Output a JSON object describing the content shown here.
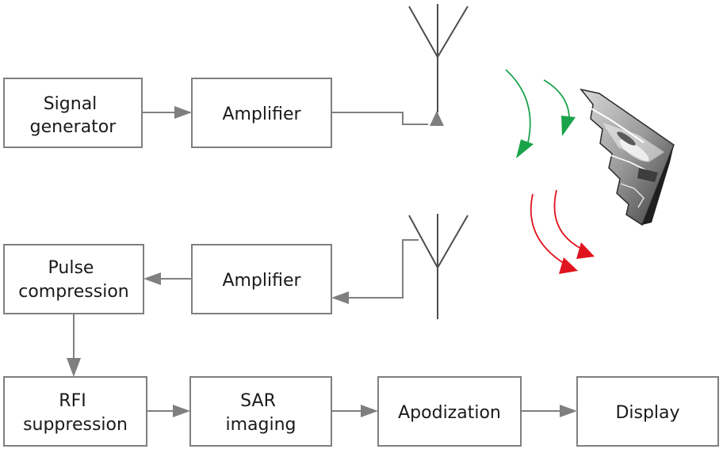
{
  "blocks": {
    "signal_generator": [
      "Signal",
      "generator"
    ],
    "tx_amplifier": [
      "Amplifier"
    ],
    "rx_amplifier": [
      "Amplifier"
    ],
    "pulse_compression": [
      "Pulse",
      "compression"
    ],
    "rfi_suppression": [
      "RFI",
      "suppression"
    ],
    "sar_imaging": [
      "SAR",
      "imaging"
    ],
    "apodization": [
      "Apodization"
    ],
    "display": [
      "Display"
    ]
  },
  "icons": {
    "tx_antenna": "transmit-antenna-icon",
    "rx_antenna": "receive-antenna-icon",
    "target": "stealth-aircraft-icon",
    "incident_waves": "incident-wave-arrows",
    "reflected_waves": "reflected-wave-arrows"
  },
  "colors": {
    "block_border": "#7f7f7f",
    "connector": "#7f7f7f",
    "antenna": "#4d4d4d",
    "incident_wave": "#1aa34a",
    "reflected_wave": "#e0141e"
  }
}
